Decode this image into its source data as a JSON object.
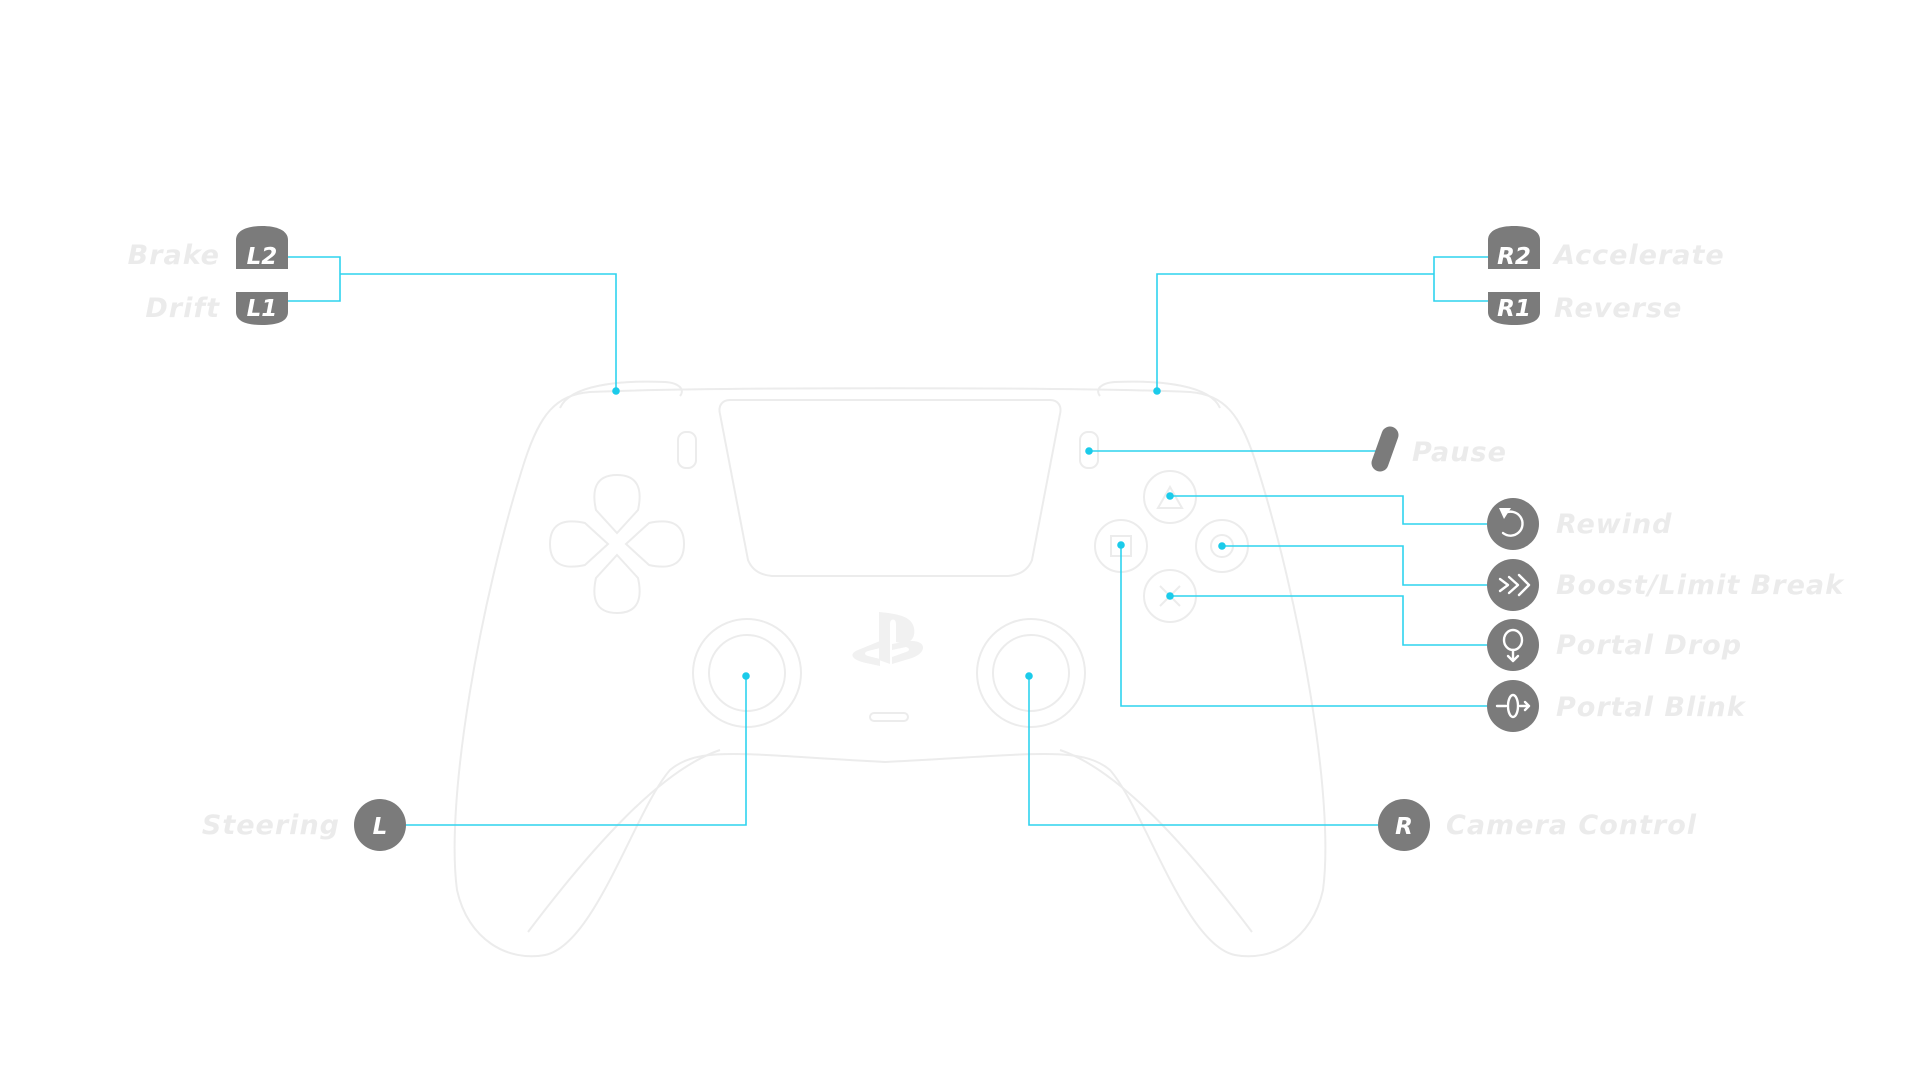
{
  "controller": {
    "name": "PlayStation DualSense controller"
  },
  "colors": {
    "leader_line": "#2fd3ee",
    "badge": "#7b7b7b",
    "label_text": "#ebebeb",
    "controller_outline": "#ececec"
  },
  "bindings": {
    "brake": {
      "button": "L2",
      "action": "Brake"
    },
    "drift": {
      "button": "L1",
      "action": "Drift"
    },
    "accelerate": {
      "button": "R2",
      "action": "Accelerate"
    },
    "reverse": {
      "button": "R1",
      "action": "Reverse"
    },
    "pause": {
      "button": "options-icon",
      "action": "Pause"
    },
    "rewind": {
      "button": "rewind-icon",
      "action": "Rewind"
    },
    "boost": {
      "button": "boost-icon",
      "action": "Boost/Limit Break"
    },
    "portal_drop": {
      "button": "portal-drop-icon",
      "action": "Portal Drop"
    },
    "portal_blink": {
      "button": "portal-blink-icon",
      "action": "Portal Blink"
    },
    "steering": {
      "button": "L",
      "action": "Steering"
    },
    "camera": {
      "button": "R",
      "action": "Camera Control"
    }
  }
}
